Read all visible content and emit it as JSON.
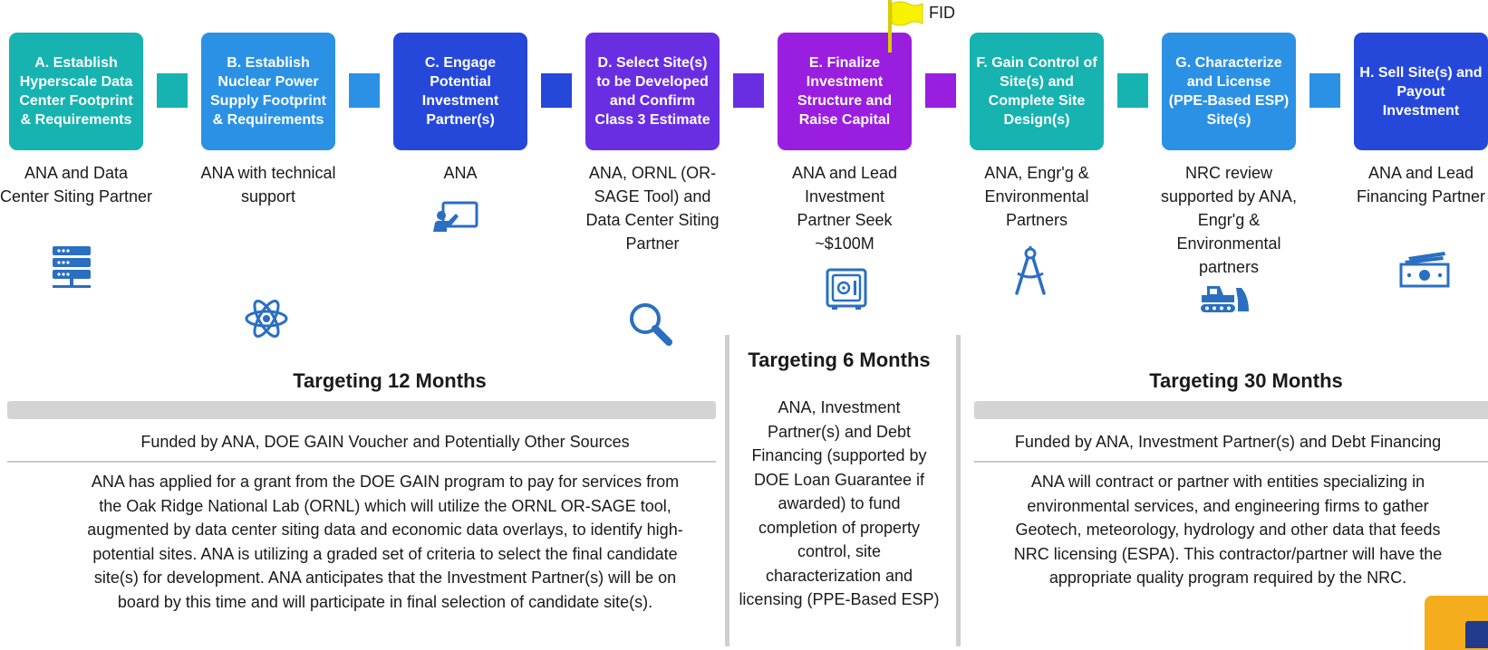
{
  "steps": [
    {
      "label": "A. Establish Hyperscale Data Center Footprint & Requirements",
      "color": "#16b3b0",
      "who": "ANA and Data Center Siting Partner",
      "icon": "server-rack-icon"
    },
    {
      "label": "B. Establish Nuclear Power Supply Footprint & Requirements",
      "color": "#2b91e4",
      "who": "ANA with technical support",
      "icon": "atom-icon"
    },
    {
      "label": "C. Engage Potential Investment Partner(s)",
      "color": "#2548db",
      "who": "ANA",
      "icon": "presentation-icon"
    },
    {
      "label": "D. Select Site(s) to be Developed and Confirm Class 3 Estimate",
      "color": "#6a2ee2",
      "who": "ANA, ORNL (OR-SAGE Tool) and Data Center Siting Partner",
      "icon": "magnifier-icon"
    },
    {
      "label": "E. Finalize Investment Structure and Raise Capital",
      "color": "#9a1ee0",
      "who": "ANA and Lead Investment Partner Seek ~$100M",
      "icon": "safe-icon"
    },
    {
      "label": "F. Gain Control of Site(s) and Complete Site Design(s)",
      "color": "#16b3b0",
      "who": "ANA, Engr'g & Environmental Partners",
      "icon": "compass-icon"
    },
    {
      "label": "G. Characterize and License (PPE-Based ESP) Site(s)",
      "color": "#2b91e4",
      "who": "NRC review supported by ANA, Engr'g & Environmental partners",
      "icon": "bulldozer-icon"
    },
    {
      "label": "H. Sell Site(s) and Payout Investment",
      "color": "#2548db",
      "who": "ANA and Lead Financing Partner",
      "icon": "cash-icon"
    }
  ],
  "connectors": [
    "#16b3b0",
    "#2b91e4",
    "#2548db",
    "#6a2ee2",
    "#9a1ee0",
    "#16b3b0",
    "#2b91e4"
  ],
  "icon_color": "#2a6fc1",
  "milestone": {
    "label": "FID",
    "flag_color": "#f7f300"
  },
  "phases": {
    "left": {
      "heading": "Targeting 12 Months",
      "funding": "Funded by ANA, DOE GAIN Voucher and Potentially Other Sources",
      "lines": [
        "ANA has applied for a grant from the DOE GAIN program to pay for services from",
        "the Oak Ridge National Lab (ORNL) which will utilize the ORNL OR-SAGE tool,",
        "augmented by data center siting data and economic data overlays, to identify high-",
        "potential sites.  ANA is utilizing a graded set of criteria to select the final candidate",
        "site(s) for development.  ANA anticipates that the Investment Partner(s) will be on",
        "board by this time and will participate in final selection of candidate site(s)."
      ]
    },
    "middle": {
      "heading": "Targeting 6 Months",
      "lines": [
        "ANA, Investment",
        "Partner(s) and Debt",
        "Financing (supported by",
        "DOE Loan Guarantee if",
        "awarded) to fund",
        "completion of property",
        "control, site",
        "characterization and",
        "licensing (PPE-Based ESP)"
      ]
    },
    "right": {
      "heading": "Targeting 30 Months",
      "funding": "Funded by ANA, Investment Partner(s) and Debt Financing",
      "lines": [
        "ANA will contract or partner with entities specializing in",
        "environmental services, and engineering firms to gather",
        "Geotech, meteorology, hydrology and other data that feeds",
        "NRC licensing (ESPA).  This contractor/partner will have the",
        "appropriate quality program required by the NRC."
      ]
    }
  }
}
